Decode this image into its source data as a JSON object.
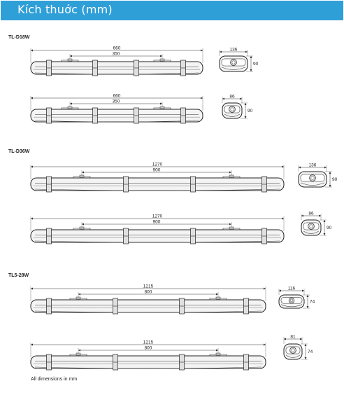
{
  "header": {
    "title": "Kích thuớc (mm)",
    "bar_color": "#2f9fd8"
  },
  "groups": [
    {
      "label": "TL-D18W",
      "fixtures": [
        {
          "length": "660",
          "clip_spacing": "350",
          "end_width": "136",
          "end_height": "90"
        },
        {
          "length": "660",
          "clip_spacing": "350",
          "end_width": "86",
          "end_height": "90"
        }
      ]
    },
    {
      "label": "TL-D36W",
      "fixtures": [
        {
          "length": "1270",
          "clip_spacing": "900",
          "end_width": "136",
          "end_height": "90"
        },
        {
          "length": "1270",
          "clip_spacing": "900",
          "end_width": "86",
          "end_height": "90"
        }
      ]
    },
    {
      "label": "TL5-28W",
      "fixtures": [
        {
          "length": "1215",
          "clip_spacing": "800",
          "end_width": "116",
          "end_height": "74"
        },
        {
          "length": "1215",
          "clip_spacing": "800",
          "end_width": "81",
          "end_height": "74"
        }
      ]
    }
  ],
  "footnote": "All dimensions in mm"
}
